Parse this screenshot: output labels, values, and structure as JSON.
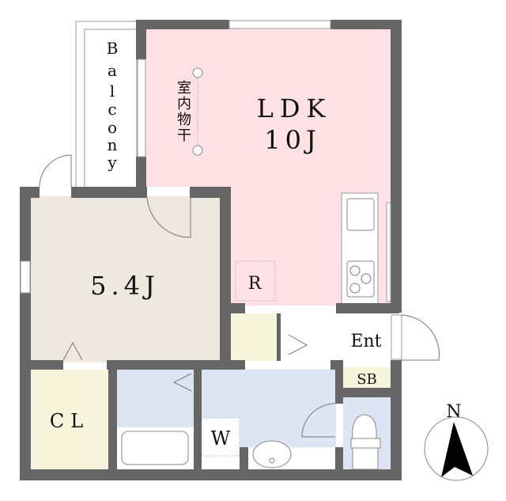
{
  "rooms": {
    "ldk_name": "LDK",
    "ldk_size": "10J",
    "indoor_drying": [
      "室",
      "内",
      "物",
      "干"
    ],
    "bedroom_size": "5.4J",
    "balcony": [
      "B",
      "a",
      "l",
      "c",
      "o",
      "n",
      "y"
    ],
    "refrigerator": "R",
    "closet": "CL",
    "washer": "W",
    "entrance": "Ent",
    "shoe_box": "SB"
  },
  "compass": {
    "north_label": "N"
  },
  "colors": {
    "wall": "#666666",
    "ldk": "#fde1e5",
    "bedroom": "#ede9df",
    "storage": "#f7f5dc",
    "wet": "#dde5f2"
  }
}
